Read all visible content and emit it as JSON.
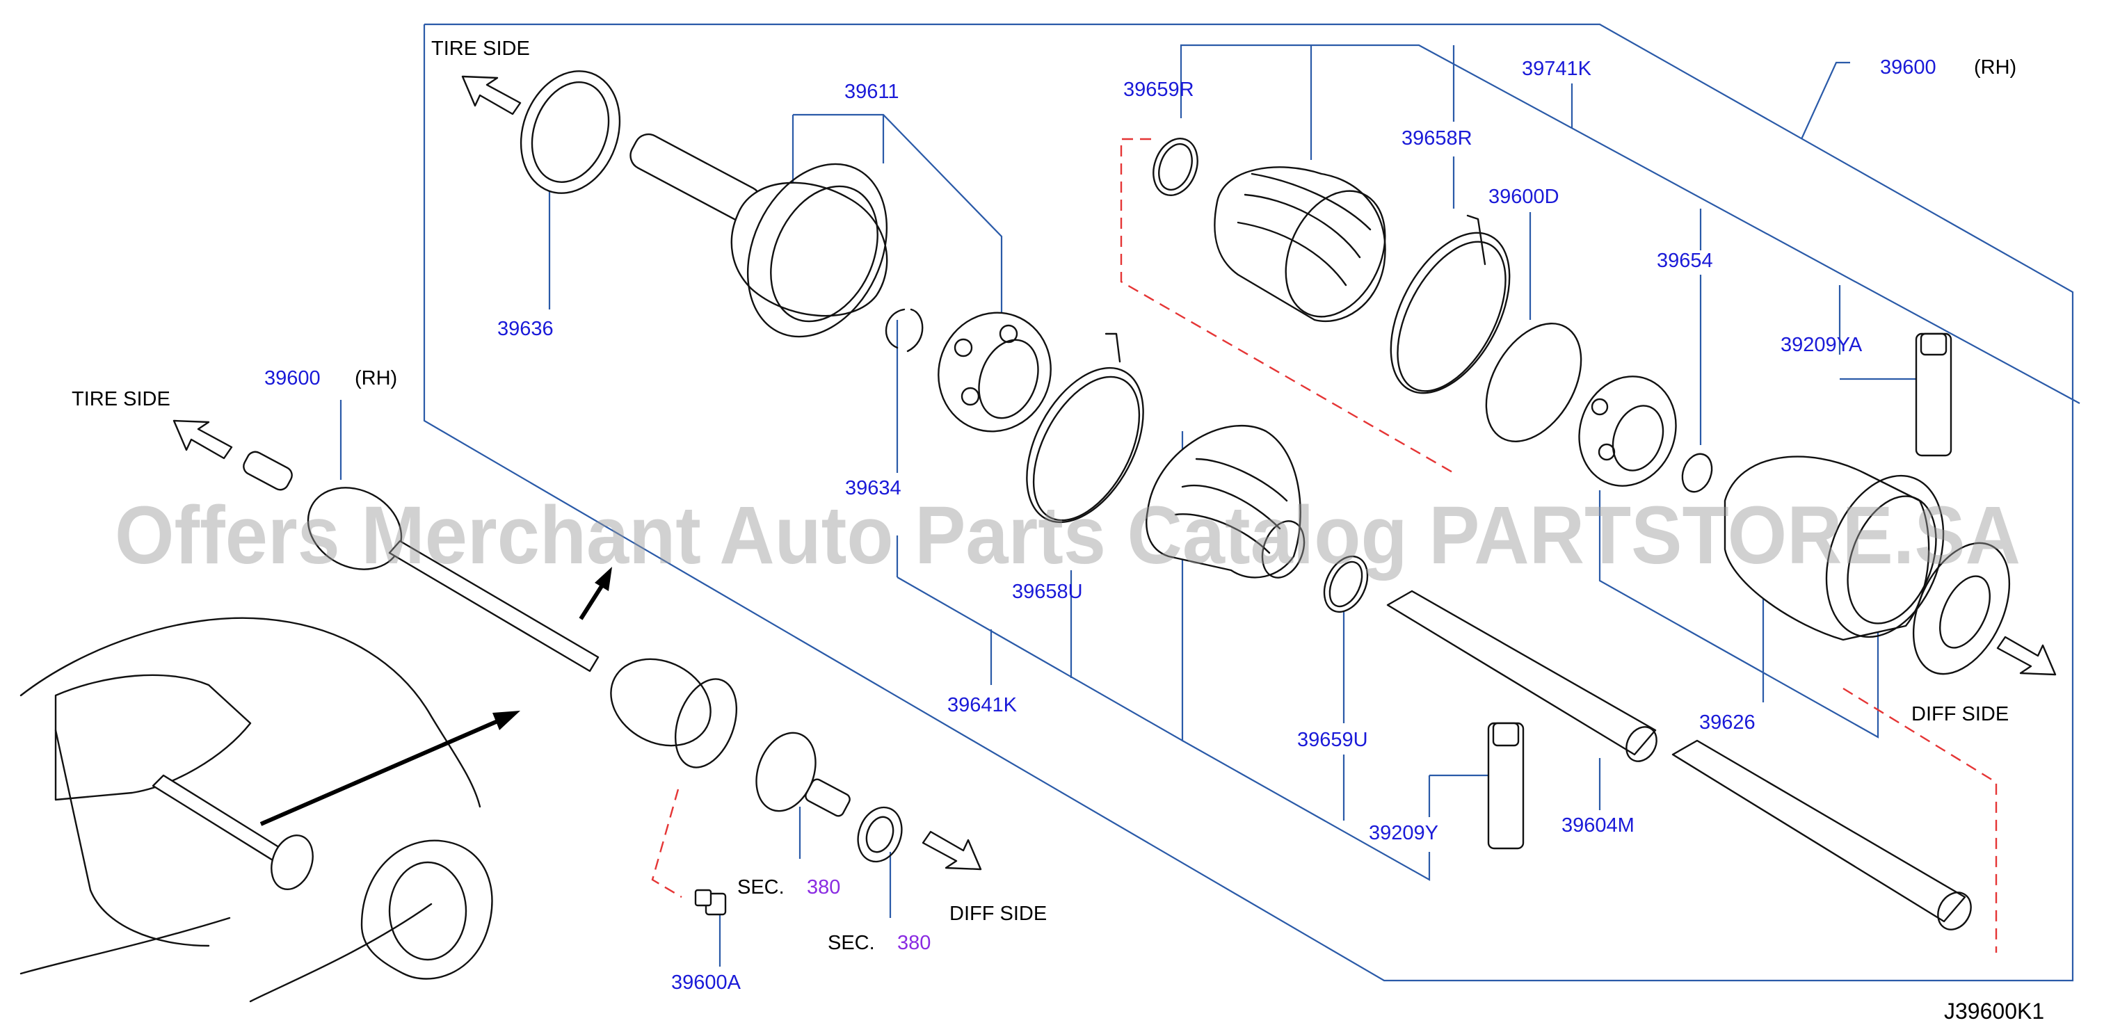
{
  "diagram": {
    "code": "J39600K1",
    "watermark": "Offers Merchant Auto Parts Catalog PARTSTORE.SA",
    "directions": {
      "tire_side_top": "TIRE  SIDE",
      "tire_side_left": "TIRE  SIDE",
      "diff_side_left": "DIFF  SIDE",
      "diff_side_right": "DIFF  SIDE"
    },
    "parts": {
      "p39600_main": "39600",
      "p39600_main_rh": "(RH)",
      "p39600_small": "39600",
      "p39600_small_rh": "(RH)",
      "p39636": "39636",
      "p39611": "39611",
      "p39634": "39634",
      "p39658U": "39658U",
      "p39641K": "39641K",
      "p39659R": "39659R",
      "p39658R": "39658R",
      "p39741K": "39741K",
      "p39600D": "39600D",
      "p39654": "39654",
      "p39209YA": "39209YA",
      "p39659U": "39659U",
      "p39209Y": "39209Y",
      "p39604M": "39604M",
      "p39626": "39626",
      "p39600A": "39600A"
    },
    "sections": {
      "sec_label_1": "SEC.",
      "sec_num_1": "380",
      "sec_label_2": "SEC.",
      "sec_num_2": "380"
    }
  }
}
